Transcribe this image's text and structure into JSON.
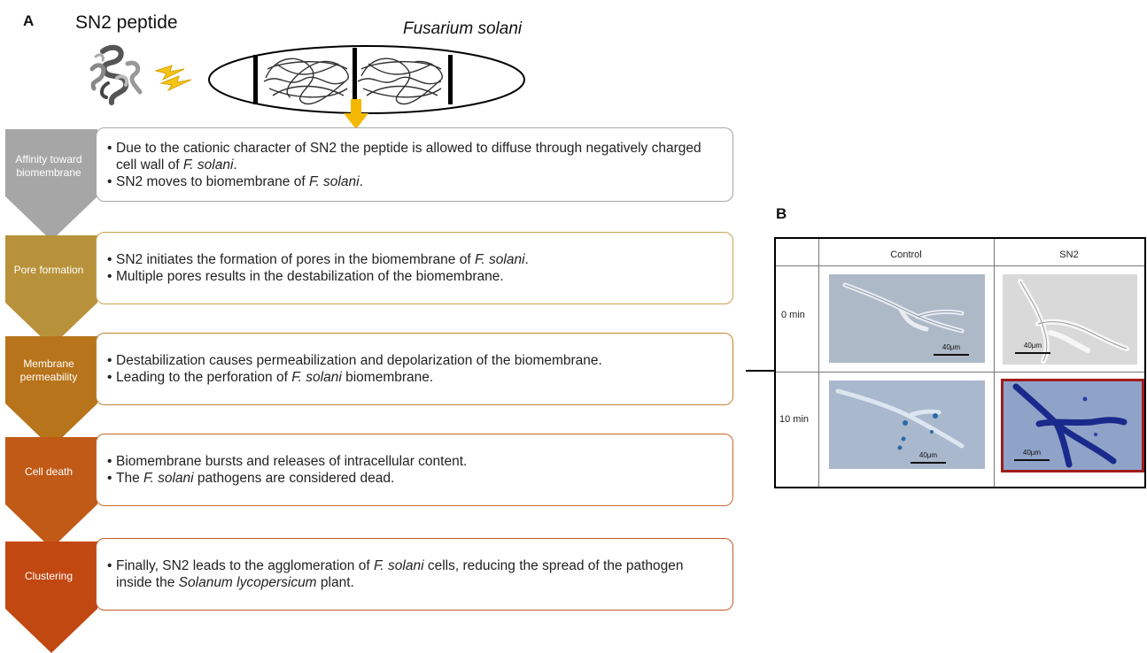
{
  "panel_a": {
    "letter": "A",
    "peptide_label": "SN2 peptide",
    "pathogen_label": "Fusarium solani",
    "steps": [
      {
        "label_lines": [
          "Affinity toward",
          "biomembrane"
        ],
        "color": "#a6a6a6",
        "border": "#a6a6a6",
        "bullets": [
          [
            {
              "t": "Due to the cationic character of SN2 the peptide is allowed to diffuse through negatively charged cell wall of "
            },
            {
              "t": "F. solani",
              "i": true
            },
            {
              "t": "."
            }
          ],
          [
            {
              "t": "SN2 moves to biomembrane of "
            },
            {
              "t": "F. solani",
              "i": true
            },
            {
              "t": "."
            }
          ]
        ]
      },
      {
        "label_lines": [
          "Pore formation"
        ],
        "color": "#b8923a",
        "border": "#c9a24e",
        "bullets": [
          [
            {
              "t": "SN2 initiates the formation of pores in the biomembrane of "
            },
            {
              "t": "F. solani",
              "i": true
            },
            {
              "t": "."
            }
          ],
          [
            {
              "t": "Multiple pores results in the destabilization of the biomembrane."
            }
          ]
        ]
      },
      {
        "label_lines": [
          "Membrane",
          "permeability"
        ],
        "color": "#b8741a",
        "border": "#c28433",
        "bullets": [
          [
            {
              "t": "Destabilization causes permeabilization and depolarization of the biomembrane."
            }
          ],
          [
            {
              "t": "Leading to the perforation of "
            },
            {
              "t": "F. solani",
              "i": true
            },
            {
              "t": " biomembrane."
            }
          ]
        ]
      },
      {
        "label_lines": [
          "Cell death"
        ],
        "color": "#c15a16",
        "border": "#c86b2c",
        "bullets": [
          [
            {
              "t": "Biomembrane bursts and releases of intracellular content."
            }
          ],
          [
            {
              "t": "The "
            },
            {
              "t": "F. solani",
              "i": true
            },
            {
              "t": " pathogens are considered dead."
            }
          ]
        ]
      },
      {
        "label_lines": [
          "Clustering"
        ],
        "color": "#c24812",
        "border": "#c45a2a",
        "bullets": [
          [
            {
              "t": "Finally, SN2 leads to the agglomeration of "
            },
            {
              "t": "F. solani",
              "i": true
            },
            {
              "t": " cells, reducing the spread of the pathogen inside the "
            },
            {
              "t": "Solanum lycopersicum",
              "i": true
            },
            {
              "t": " plant."
            }
          ]
        ]
      }
    ]
  },
  "panel_b": {
    "letter": "B",
    "columns": [
      "Control",
      "SN2"
    ],
    "rows": [
      "0 min",
      "10 min"
    ],
    "scale_label": "40μm"
  },
  "colors": {
    "arrow_yellow": "#f5b800",
    "highlight_border": "#a01c1c",
    "stain_blue": "#1a2a8c"
  }
}
